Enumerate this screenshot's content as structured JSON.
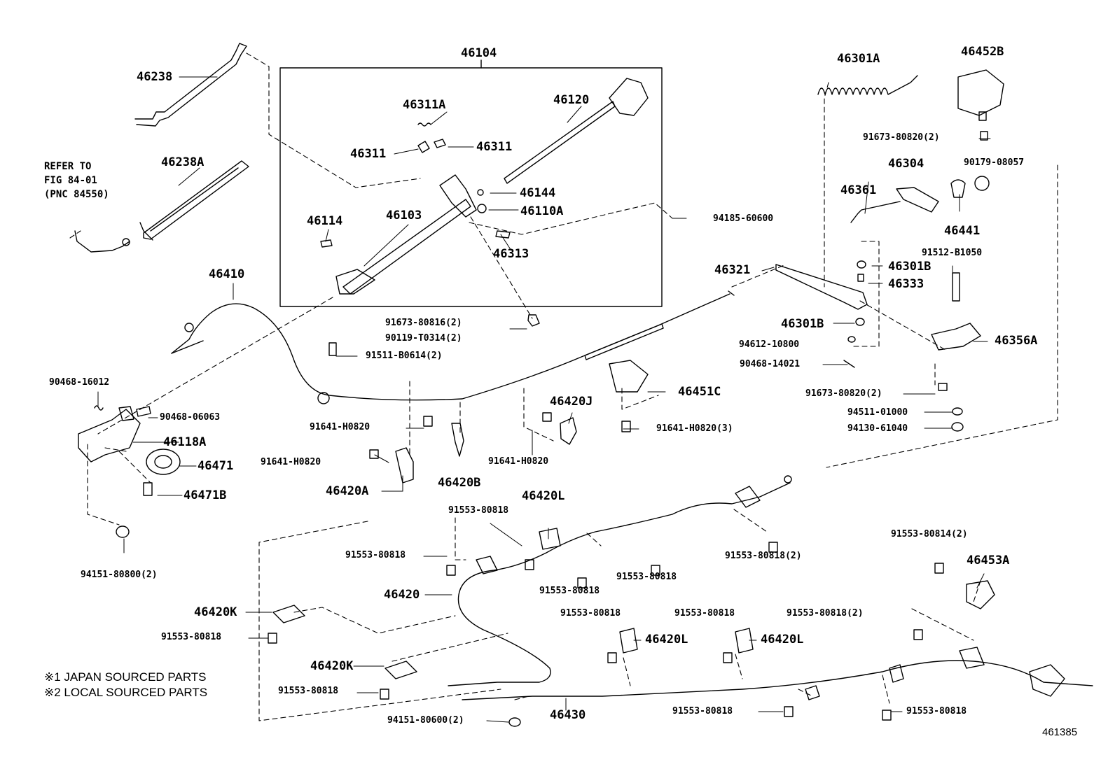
{
  "parts": {
    "p46104": "46104",
    "p46238": "46238",
    "p46238A": "46238A",
    "p46311A": "46311A",
    "p46120": "46120",
    "p46311_l": "46311",
    "p46311_r": "46311",
    "p46144": "46144",
    "p46110A": "46110A",
    "p46114": "46114",
    "p46103": "46103",
    "p46313": "46313",
    "p94185": "94185-60600",
    "p46410": "46410",
    "p91673_80816": "91673-80816(2)",
    "p90119": "90119-T0314(2)",
    "p91511": "91511-B0614(2)",
    "p90468_16012": "90468-16012",
    "p90468_06063": "90468-06063",
    "p46118A": "46118A",
    "p46471": "46471",
    "p46471B": "46471B",
    "p94151_80800": "94151-80800(2)",
    "p91641_a": "91641-H0820",
    "p91641_b": "91641-H0820",
    "p91641_c": "91641-H0820",
    "p46420A": "46420A",
    "p46420B": "46420B",
    "p46420J": "46420J",
    "p46451C": "46451C",
    "p91641_3": "91641-H0820(3)",
    "p46301A": "46301A",
    "p46452B": "46452B",
    "p91673_80820_top": "91673-80820(2)",
    "p46304": "46304",
    "p90179": "90179-08057",
    "p46361": "46361",
    "p46441": "46441",
    "p91512": "91512-B1050",
    "p46321": "46321",
    "p46301B_a": "46301B",
    "p46333": "46333",
    "p46301B_b": "46301B",
    "p94612": "94612-10800",
    "p46356A": "46356A",
    "p90468_14021": "90468-14021",
    "p91673_80820_mid": "91673-80820(2)",
    "p94511": "94511-01000",
    "p94130": "94130-61040",
    "p46420L_top": "46420L",
    "p91553_a": "91553-80818",
    "p91553_b": "91553-80818",
    "p91553_c": "91553-80818",
    "p91553_d": "91553-80818",
    "p91553_2a": "91553-80818(2)",
    "p46420": "46420",
    "p46420K_a": "46420K",
    "p91553_e": "91553-80818",
    "p46420K_b": "46420K",
    "p91553_f": "91553-80818",
    "p94151_80600": "94151-80600(2)",
    "p46430": "46430",
    "p91553_g": "91553-80818",
    "p46420L_m": "46420L",
    "p91553_h": "91553-80818",
    "p46420L_r": "46420L",
    "p91553_2b": "91553-80818(2)",
    "p91553_80814": "91553-80814(2)",
    "p46453A": "46453A",
    "p91553_i": "91553-80818",
    "p91553_j": "91553-80818"
  },
  "refer": {
    "line1": "REFER TO",
    "line2": "FIG 84-01",
    "line3": "(PNC 84550)"
  },
  "notes": {
    "japan": "※1 JAPAN SOURCED PARTS",
    "local": "※2 LOCAL SOURCED PARTS"
  },
  "figure_id": "461385"
}
